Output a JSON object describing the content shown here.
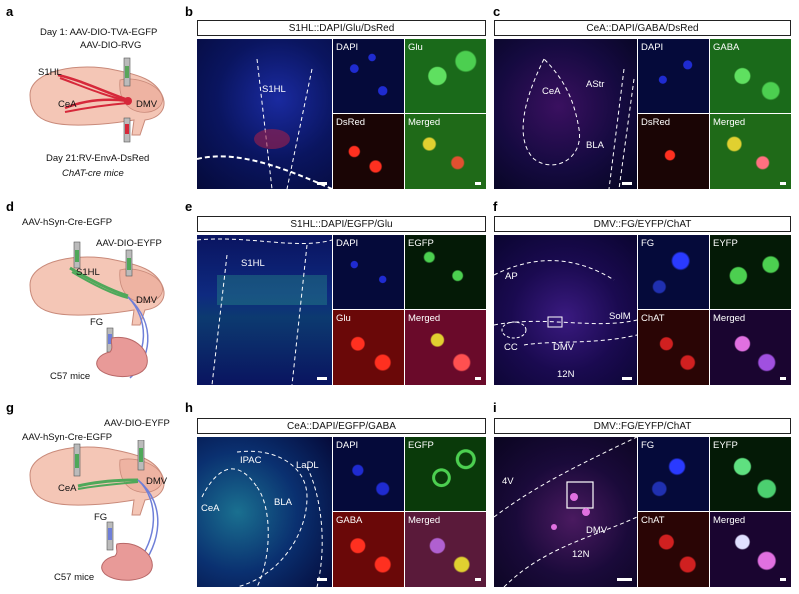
{
  "panels": {
    "a": {
      "letter": "a",
      "day1_line1": "Day 1: AAV-DIO-TVA-EGFP",
      "day1_line2": "AAV-DIO-RVG",
      "region_s1hl": "S1HL",
      "region_cea": "CeA",
      "region_dmv": "DMV",
      "day21": "Day 21:RV-EnvA-DsRed",
      "mouse_prefix": "ChAT",
      "mouse_suffix": "-cre mice"
    },
    "b": {
      "letter": "b",
      "title": "S1HL::DAPI/Glu/DsRed",
      "region": "S1HL",
      "ch1": "DAPI",
      "ch2": "Glu",
      "ch3": "DsRed",
      "ch4": "Merged"
    },
    "c": {
      "letter": "c",
      "title": "CeA::DAPI/GABA/DsRed",
      "region1": "CeA",
      "region2": "AStr",
      "region3": "BLA",
      "ch1": "DAPI",
      "ch2": "GABA",
      "ch3": "DsRed",
      "ch4": "Merged"
    },
    "d": {
      "letter": "d",
      "virus1": "AAV-hSyn-Cre-EGFP",
      "virus2": "AAV-DIO-EYFP",
      "region_s1hl": "S1HL",
      "region_dmv": "DMV",
      "tracer": "FG",
      "mouse": "C57 mice"
    },
    "e": {
      "letter": "e",
      "title": "S1HL::DAPI/EGFP/Glu",
      "region": "S1HL",
      "ch1": "DAPI",
      "ch2": "EGFP",
      "ch3": "Glu",
      "ch4": "Merged"
    },
    "f": {
      "letter": "f",
      "title": "DMV::FG/EYFP/ChAT",
      "region1": "AP",
      "region2": "SolM",
      "region3": "CC",
      "region4": "DMV",
      "region5": "12N",
      "ch1": "FG",
      "ch2": "EYFP",
      "ch3": "ChAT",
      "ch4": "Merged"
    },
    "g": {
      "letter": "g",
      "virus1": "AAV-hSyn-Cre-EGFP",
      "virus2": "AAV-DIO-EYFP",
      "region_cea": "CeA",
      "region_dmv": "DMV",
      "tracer": "FG",
      "mouse": "C57 mice"
    },
    "h": {
      "letter": "h",
      "title": "CeA::DAPI/EGFP/GABA",
      "region1": "IPAC",
      "region2": "LaDL",
      "region3": "CeA",
      "region4": "BLA",
      "ch1": "DAPI",
      "ch2": "EGFP",
      "ch3": "GABA",
      "ch4": "Merged"
    },
    "i": {
      "letter": "i",
      "title": "DMV::FG/EYFP/ChAT",
      "region1": "4V",
      "region2": "DMV",
      "region3": "12N",
      "ch1": "FG",
      "ch2": "EYFP",
      "ch3": "ChAT",
      "ch4": "Merged"
    }
  },
  "colors": {
    "brain": "#f4c6b6",
    "brain_edge": "#c98a7a",
    "red_path": "#d6283a",
    "green_path": "#4fa85a",
    "blue_path": "#6f7fd8",
    "stomach": "#e89a98",
    "dapi_bg": "#050a3a",
    "green_bg": "#0d4a10",
    "red_bg": "#4a0a0a"
  }
}
